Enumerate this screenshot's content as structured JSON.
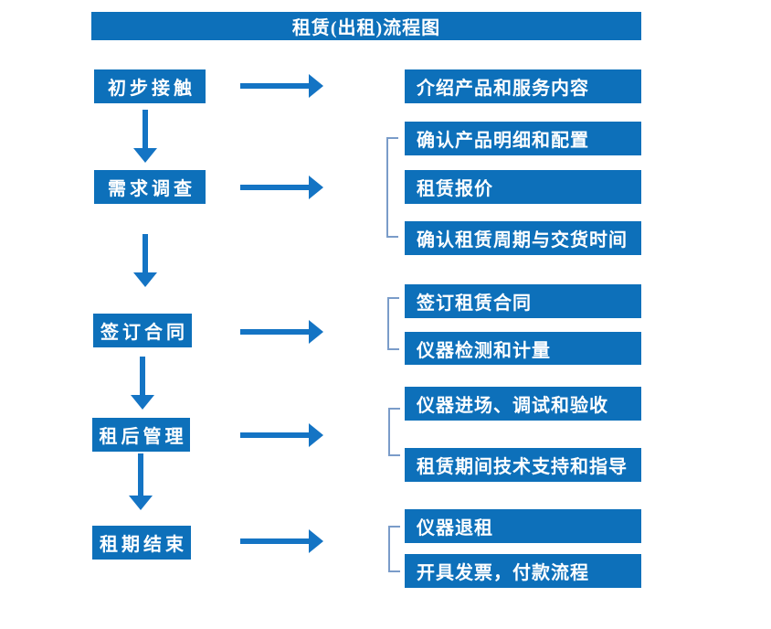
{
  "title": "租赁(出租)流程图",
  "colors": {
    "box_blue": "#0d70ba",
    "arrow_blue": "#1474c4",
    "bracket_blue": "#7a9cc9",
    "text_white": "#ffffff"
  },
  "flow": [
    {
      "step": "初步接触",
      "details": [
        "介绍产品和服务内容"
      ]
    },
    {
      "step": "需求调查",
      "details": [
        "确认产品明细和配置",
        "租赁报价",
        "确认租赁周期与交货时间"
      ]
    },
    {
      "step": "签订合同",
      "details": [
        "签订租赁合同",
        "仪器检测和计量"
      ]
    },
    {
      "step": "租后管理",
      "details": [
        "仪器进场、调试和验收",
        "租赁期间技术支持和指导"
      ]
    },
    {
      "step": "租期结束",
      "details": [
        "仪器退租",
        "开具发票，付款流程"
      ]
    }
  ]
}
